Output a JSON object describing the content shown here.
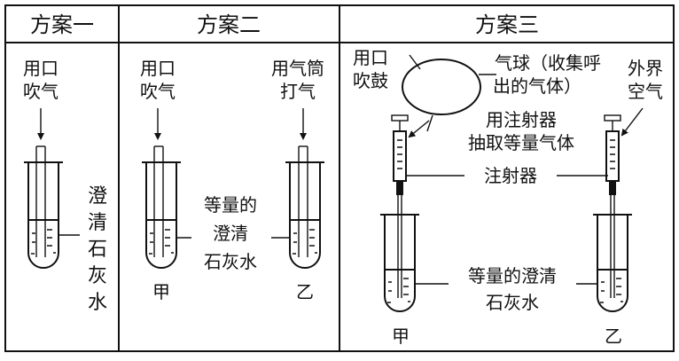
{
  "headers": {
    "plan1": "方案一",
    "plan2": "方案二",
    "plan3": "方案三"
  },
  "plan1": {
    "blow_line1": "用口",
    "blow_line2": "吹气",
    "limewater": [
      "澄",
      "清",
      "石",
      "灰",
      "水"
    ]
  },
  "plan2": {
    "mouth_line1": "用口",
    "mouth_line2": "吹气",
    "pump_line1": "用气筒",
    "pump_line2": "打气",
    "equal_line1": "等量的",
    "equal_line2": "澄清",
    "equal_line3": "石灰水",
    "tube_a": "甲",
    "tube_b": "乙"
  },
  "plan3": {
    "mouth_line1": "用口",
    "mouth_line2": "吹鼓",
    "balloon_line1": "气球（收集呼",
    "balloon_line2": "出的气体）",
    "outside_line1": "外界",
    "outside_line2": "空气",
    "syringe_take_line1": "用注射器",
    "syringe_take_line2": "抽取等量气体",
    "syringe": "注射器",
    "equal_line1": "等量的澄清",
    "equal_line2": "石灰水",
    "tube_a": "甲",
    "tube_b": "乙"
  }
}
